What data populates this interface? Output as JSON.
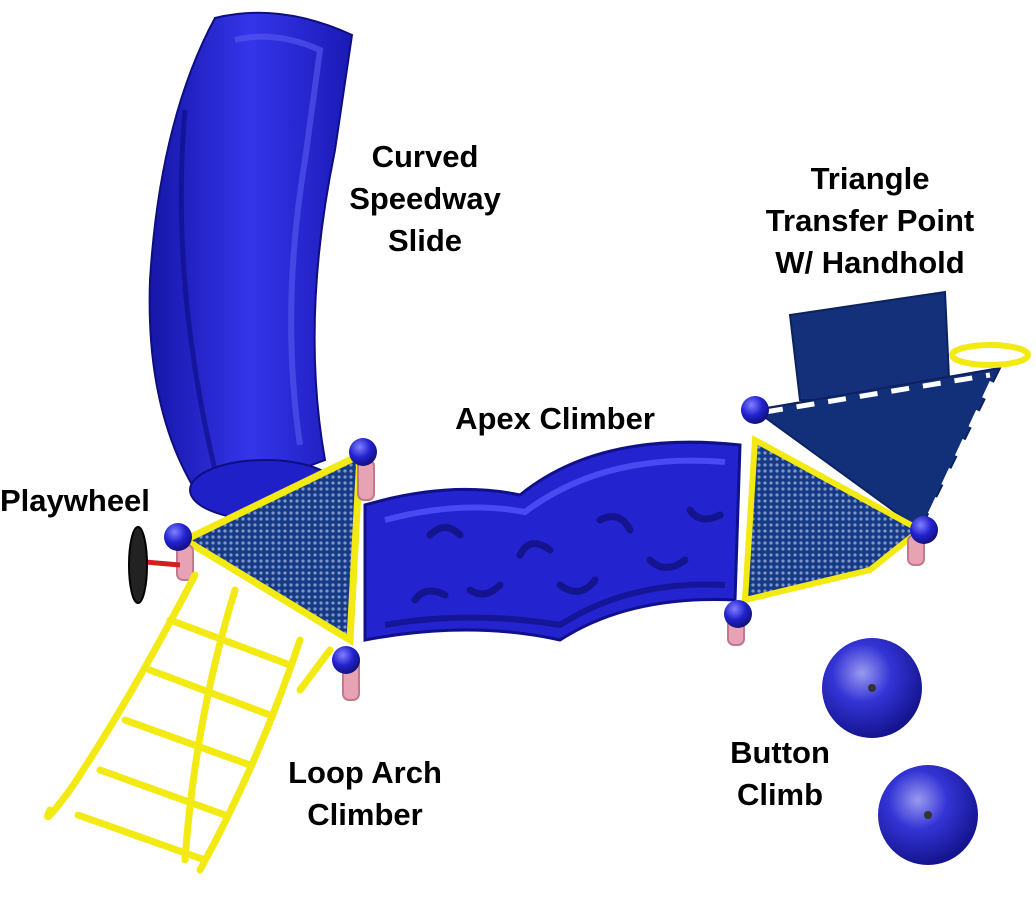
{
  "colors": {
    "blue": "#1f1fc4",
    "blue_light": "#3a3ae8",
    "navy_panel": "#12307a",
    "yellow": "#f2ea12",
    "pink_post": "#e7a3b3",
    "black": "#111111",
    "white_dash": "#ffffff"
  },
  "labels": {
    "slide": [
      "Curved",
      "Speedway",
      "Slide"
    ],
    "transfer": [
      "Triangle",
      "Transfer Point",
      "W/ Handhold"
    ],
    "apex": [
      "Apex Climber"
    ],
    "playwheel": [
      "Playwheel"
    ],
    "loop": [
      "Loop Arch",
      "Climber"
    ],
    "button": [
      "Button",
      "Climb"
    ]
  }
}
